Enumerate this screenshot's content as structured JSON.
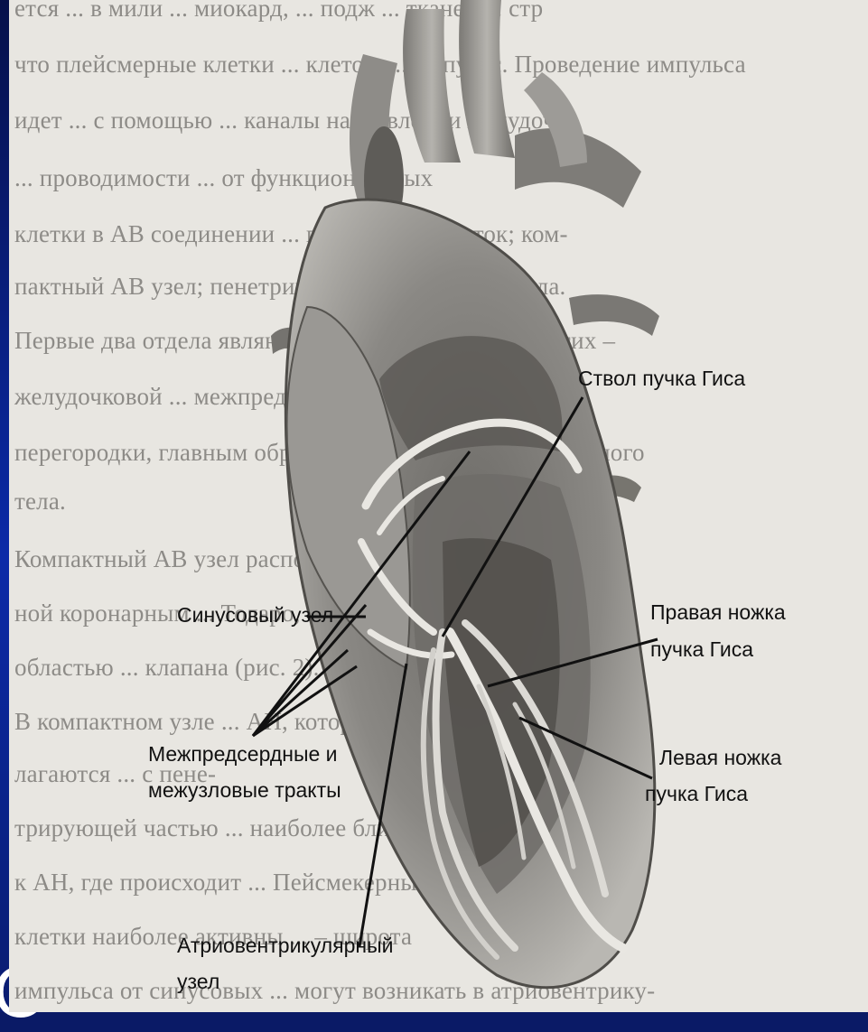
{
  "background_text": [
    "ется ... в мили ... миокард, ... подж ... тканей ... стр",
    "что плейсмерные клетки ... клеток, ... импульс. Проведение импульса",
    "идет ... с помощью ... каналы направлении желудочко",
    "... проводимости ... от функциональных",
    "клетки в АВ соединении ... переходных клеток; ком-",
    "пактный АВ узел; пенетрирующая ... часть АВ узла.",
    "Первые два отдела являются ... соединения, два других –",
    "желудочковой ... межпредсердной",
    "перегородки, главным образом ... центрального фиброзного",
    "тела.",
    "Компактный АВ узел расположен ... Коха, ограниче-",
    "ной коронарным ... Тодаро,",
    "областью ... клапана (рис. 2).",
    "В компактном узле ... АН, которые распо-",
    "лагаются ... с пене-",
    "трирующей частью ... наиболее ближе",
    "к АН, где происходит ... Пейсмекерные",
    "клетки наиболее активны ... – широта",
    "импульса от синусовых ... могут возникать в атриовентрику-"
  ],
  "labels": {
    "bundle_trunk": "Ствол пучка Гиса",
    "sinus_node": "Синусовый узел",
    "right_branch_1": "Правая ножка",
    "right_branch_2": "пучка Гиса",
    "tracts_1": "Межпредсердные и",
    "tracts_2": "межузловые тракты",
    "left_branch_1": "Левая ножка",
    "left_branch_2": "пучка Гиса",
    "av_node_1": "Атриовентрикулярный",
    "av_node_2": "узел"
  },
  "slide_letter": "С"
}
